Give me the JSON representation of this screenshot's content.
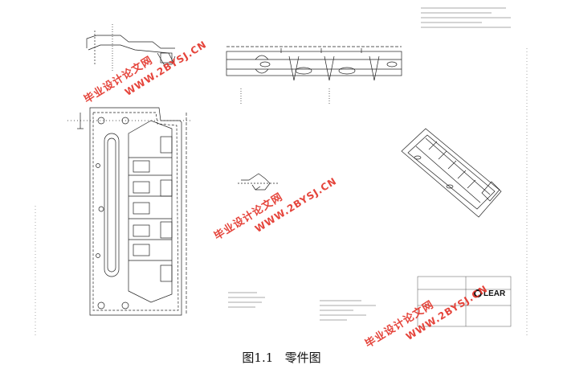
{
  "caption": {
    "figure_number": "图1.1",
    "title": "零件图"
  },
  "watermarks": [
    {
      "cn": "毕业设计论文网",
      "url": "WWW.2BYSJ.CN"
    },
    {
      "cn": "毕业设计论文网",
      "url": "WWW.2BYSJ.CN"
    },
    {
      "cn": "毕业设计论文网",
      "url": "WWW.2BYSJ.CN"
    }
  ],
  "title_block": {
    "company_logo_text": "LEAR"
  },
  "colors": {
    "watermark": "#e3352b",
    "line": "#222222",
    "background": "#ffffff"
  }
}
